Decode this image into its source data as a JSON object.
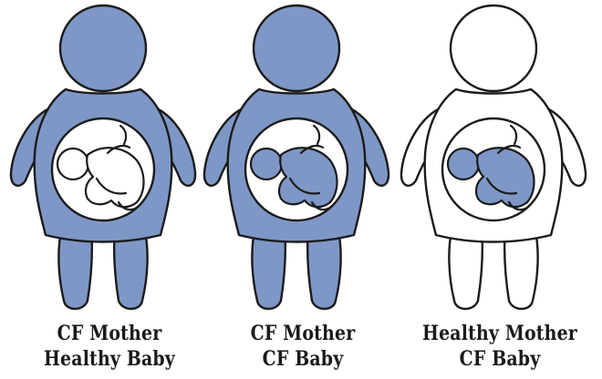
{
  "colors": {
    "blue": "#7e97c6",
    "outline": "#1b1b1b",
    "white": "#ffffff"
  },
  "figures": [
    {
      "line1": "CF Mother",
      "line2": "Healthy Baby",
      "mother_filled": true,
      "baby_filled": false
    },
    {
      "line1": "CF Mother",
      "line2": "CF Baby",
      "mother_filled": true,
      "baby_filled": true
    },
    {
      "line1": "Healthy Mother",
      "line2": "CF Baby",
      "mother_filled": false,
      "baby_filled": true
    }
  ]
}
